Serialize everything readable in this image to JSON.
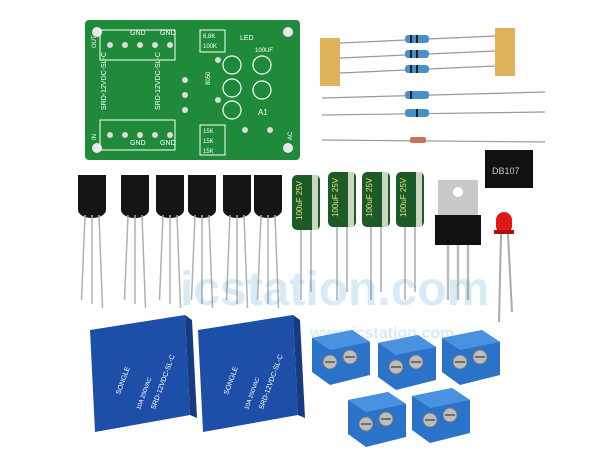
{
  "watermark": {
    "main": "icstation.com",
    "url": "www.icstation.com"
  },
  "pcb": {
    "labels": [
      "GND",
      "GND",
      "OUT",
      "IN",
      "AC",
      "LED",
      "SRD-12VDC-SL-C",
      "8050",
      "A1",
      "100UF",
      "15K",
      "15K",
      "15K",
      "6.8K",
      "100K"
    ]
  },
  "relay": {
    "brand": "SONGLE",
    "model": "SRD-12VDC-SL-C",
    "rating": "10A 250VAC"
  },
  "capacitor": {
    "label": "100uF 25V"
  },
  "bridge": {
    "label": "DB107"
  },
  "colors": {
    "pcb": "#1f8a3a",
    "relay": "#1e4fa8",
    "terminal": "#2b73c8",
    "capacitor": "#1d5a2a",
    "resistor_tape": "#e0b25a"
  }
}
